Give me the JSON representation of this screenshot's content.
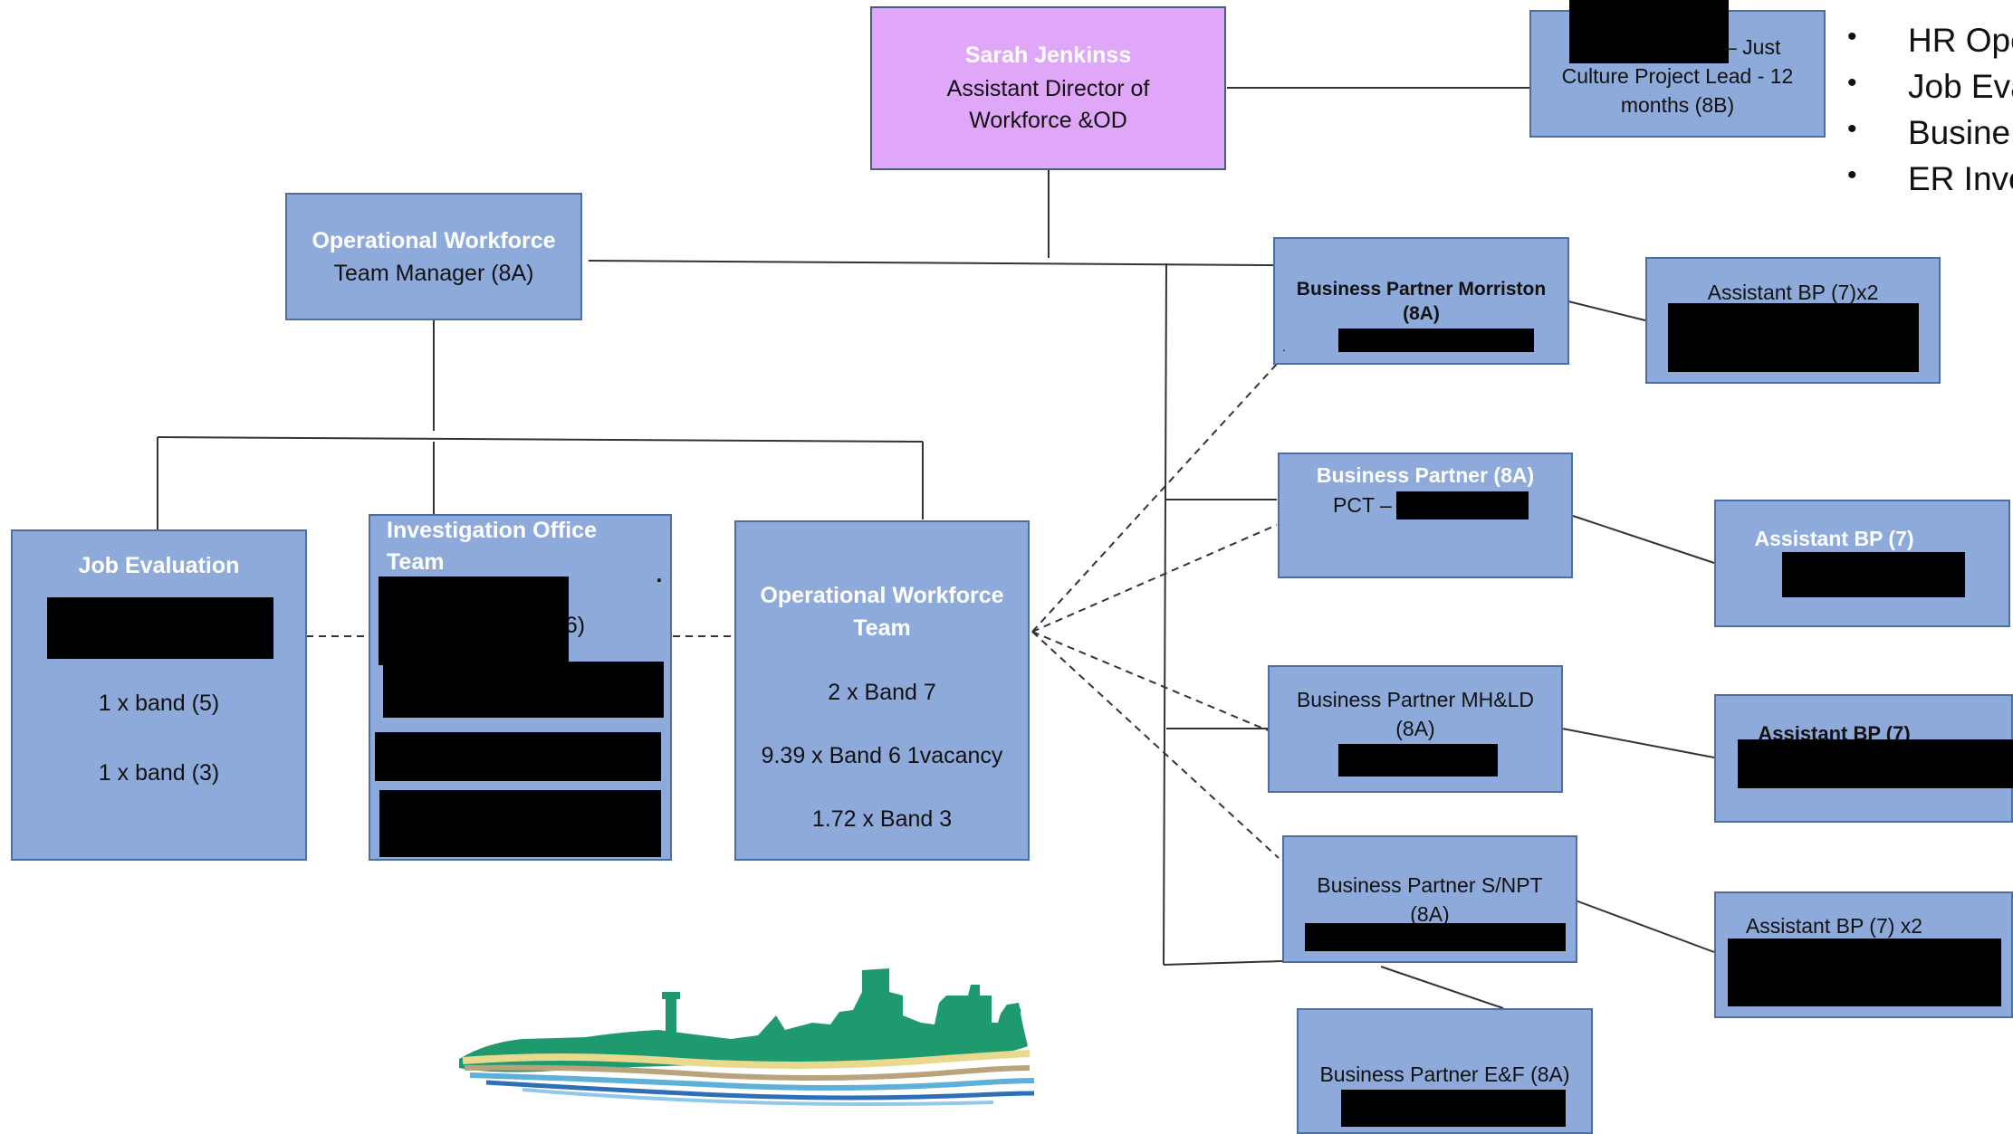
{
  "director": {
    "name": "Sarah Jenkinss",
    "title_line1": "Assistant Director of",
    "title_line2": "Workforce &OD"
  },
  "project_lead": {
    "line1": "– Just",
    "line2": "Culture Project Lead - 12",
    "line3": "months (8B)"
  },
  "bullets": [
    "HR Ope",
    "Job Eva",
    "Busine",
    "ER Inve"
  ],
  "ops_manager": {
    "line1": "Operational Workforce",
    "line2": "Team Manager (8A)"
  },
  "job_evaluation": {
    "title": "Job Evaluation",
    "line1": "1 x band (5)",
    "line2": "1 x band (3)"
  },
  "investigation": {
    "title_line1": "Investigation Office",
    "title_line2": "Team",
    "fragment": "6)",
    "dot": "."
  },
  "ops_team": {
    "title_line1": "Operational Workforce",
    "title_line2": "Team",
    "line1": "2 x Band 7",
    "line2": "9.39 x Band 6 1vacancy",
    "line3": "1.72 x Band 3"
  },
  "bp_morriston": {
    "line1": "Business Partner Morriston",
    "line2": "(8A)",
    "mark": "."
  },
  "bp_pct": {
    "line1": "Business Partner (8A)",
    "line2": "PCT –"
  },
  "bp_mhld": {
    "line1": "Business Partner MH&LD",
    "line2": "(8A)"
  },
  "bp_snpt": {
    "line1": "Business Partner S/NPT",
    "line2": "(8A)"
  },
  "bp_ef": {
    "line1": "Business Partner E&F (8A)"
  },
  "asst_morriston": {
    "label": "Assistant BP (7)x2"
  },
  "asst_pct": {
    "label": "Assistant BP (7)"
  },
  "asst_mhld": {
    "label": "Assistant BP (7)"
  },
  "asst_snpt": {
    "label": "Assistant BP (7) x2"
  },
  "colors": {
    "box_fill": "#8eaadb",
    "box_border": "#4a6fa5",
    "director_fill": "#e0a6f7",
    "logo_green": "#1f9a6f"
  },
  "logo": {
    "icon": "city-skyline-logo-icon"
  }
}
